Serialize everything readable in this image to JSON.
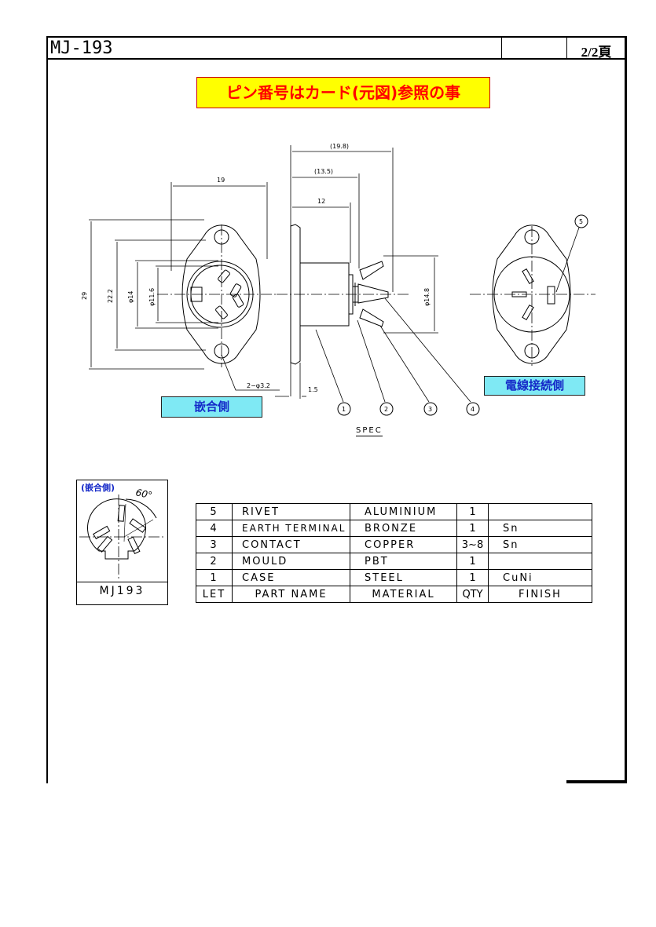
{
  "header": {
    "doc_number": "MJ-193",
    "page": "2/2頁"
  },
  "notice": "ピン番号はカード(元図)参照の事",
  "labels": {
    "mating_side": "嵌合側",
    "wire_side": "電線接続側",
    "spec": "SPEC"
  },
  "dimensions": {
    "d_19_8": "(19.8)",
    "d_13_5": "(13.5)",
    "d_12": "12",
    "d_19": "19",
    "d_29": "29",
    "d_22_2": "22.2",
    "d_phi14": "φ14",
    "d_phi11_6": "φ11.6",
    "d_phi14_8": "φ14.8",
    "d_hole": "2−φ3.2",
    "d_1_5": "1.5"
  },
  "balloons": [
    "1",
    "2",
    "3",
    "4",
    "5"
  ],
  "inset": {
    "label": "(嵌合側)",
    "angle": "60°",
    "model": "MJ193"
  },
  "bom": {
    "rows": [
      {
        "let": "5",
        "name": "RIVET",
        "material": "ALUMINIUM",
        "qty": "1",
        "finish": ""
      },
      {
        "let": "4",
        "name": "EARTH TERMINAL",
        "material": "BRONZE",
        "qty": "1",
        "finish": "Sn"
      },
      {
        "let": "3",
        "name": "CONTACT",
        "material": "COPPER",
        "qty": "3~8",
        "finish": "Sn"
      },
      {
        "let": "2",
        "name": "MOULD",
        "material": "PBT",
        "qty": "1",
        "finish": ""
      },
      {
        "let": "1",
        "name": "CASE",
        "material": "STEEL",
        "qty": "1",
        "finish": "CuNi"
      }
    ],
    "header": {
      "let": "LET",
      "name": "PART NAME",
      "material": "MATERIAL",
      "qty": "QTY",
      "finish": "FINISH"
    }
  }
}
